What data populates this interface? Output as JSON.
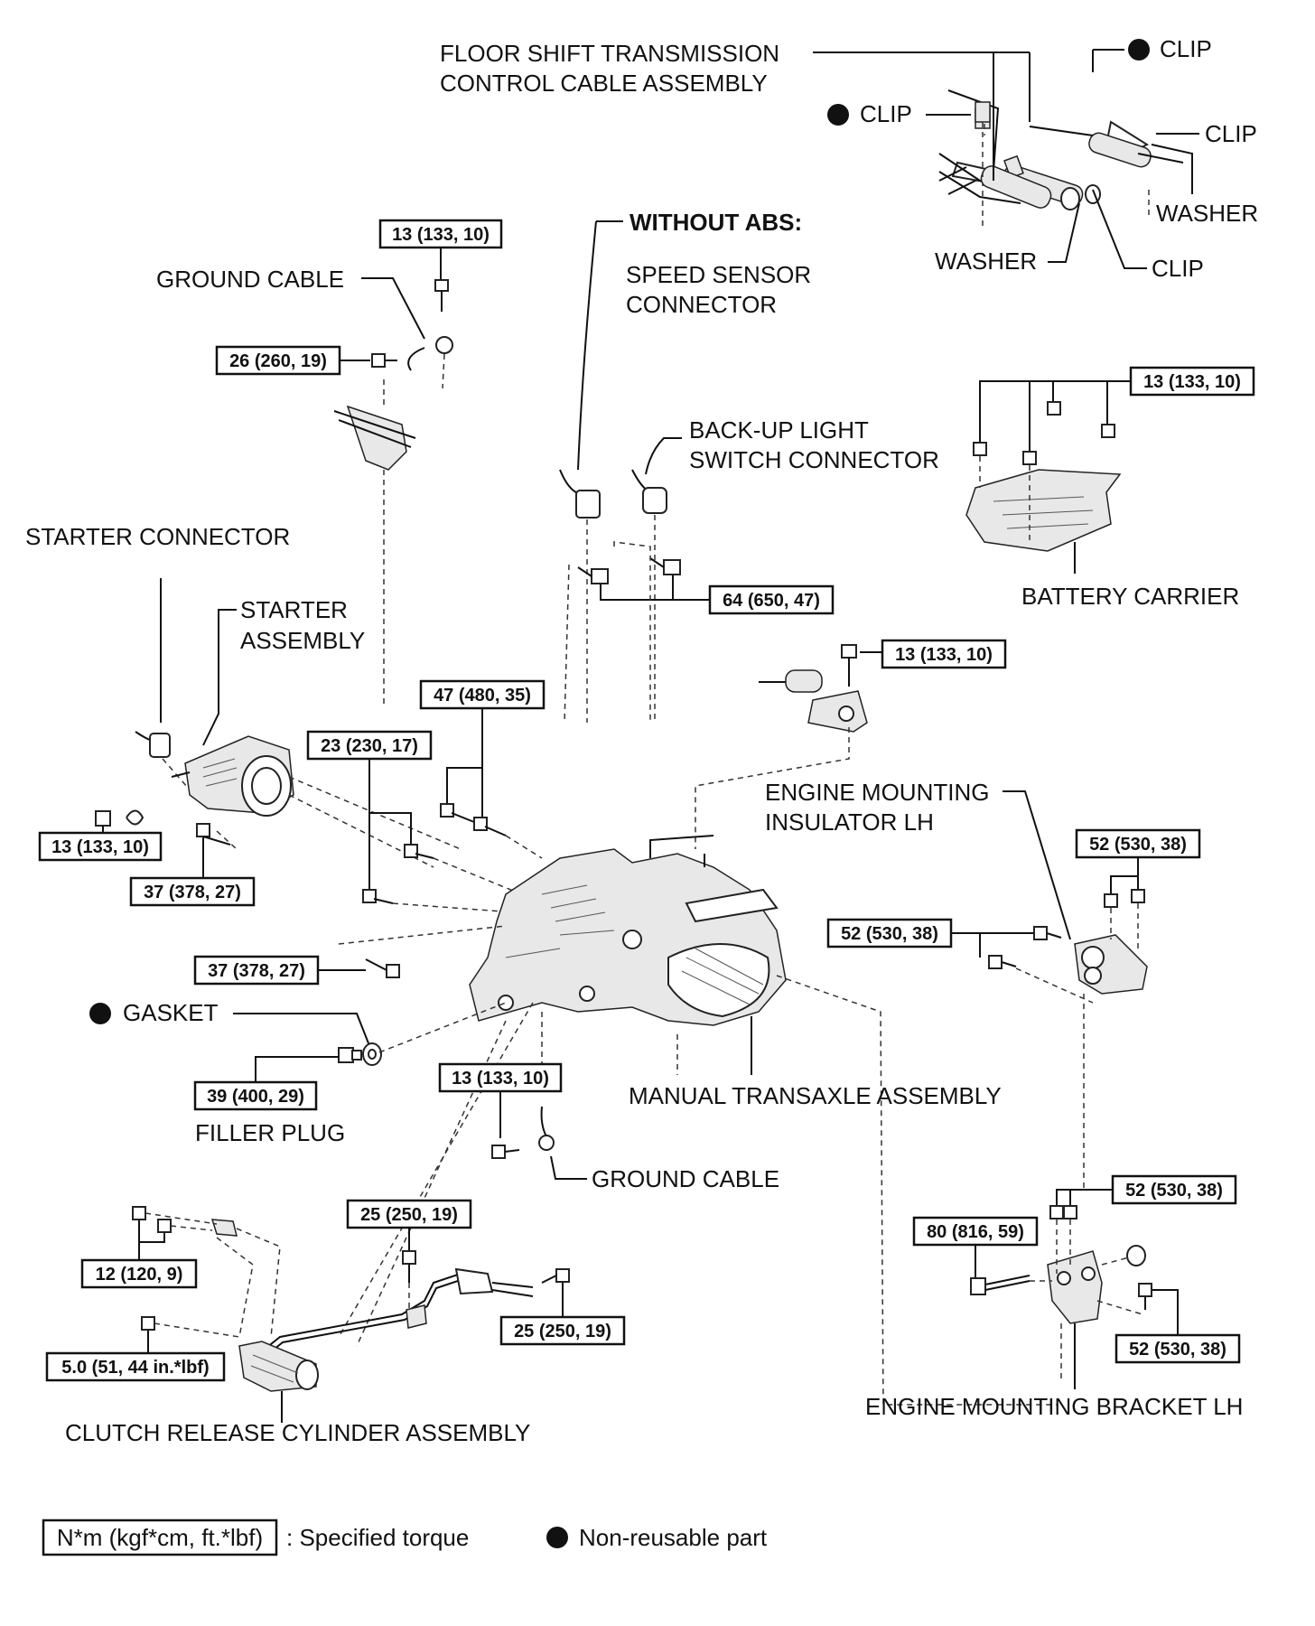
{
  "labels": {
    "floor_shift_1": "FLOOR SHIFT TRANSMISSION",
    "floor_shift_2": "CONTROL CABLE ASSEMBLY",
    "clip_top": "CLIP",
    "clip_left": "CLIP",
    "clip_right": "CLIP",
    "clip_lower": "CLIP",
    "washer_right": "WASHER",
    "washer_left": "WASHER",
    "without_abs": "WITHOUT ABS:",
    "speed_sensor_1": "SPEED SENSOR",
    "speed_sensor_2": "CONNECTOR",
    "ground_cable_top": "GROUND CABLE",
    "backup_1": "BACK-UP LIGHT",
    "backup_2": "SWITCH CONNECTOR",
    "battery_carrier": "BATTERY CARRIER",
    "starter_connector": "STARTER CONNECTOR",
    "starter_assy_1": "STARTER",
    "starter_assy_2": "ASSEMBLY",
    "eng_mount_ins_1": "ENGINE MOUNTING",
    "eng_mount_ins_2": "INSULATOR LH",
    "gasket": "GASKET",
    "filler_plug": "FILLER PLUG",
    "manual_transaxle": "MANUAL TRANSAXLE ASSEMBLY",
    "ground_cable_bottom": "GROUND CABLE",
    "clutch_release": "CLUTCH RELEASE CYLINDER ASSEMBLY",
    "eng_mount_bracket": "ENGINE MOUNTING BRACKET LH"
  },
  "torques": {
    "t_ground_top": "13 (133, 10)",
    "t_ground_side": "26 (260, 19)",
    "t_battery": "13 (133, 10)",
    "t_64": "64 (650, 47)",
    "t_mount_top": "13 (133, 10)",
    "t_47": "47 (480, 35)",
    "t_23": "23 (230, 17)",
    "t_starter_13": "13 (133, 10)",
    "t_starter_37": "37 (378, 27)",
    "t_52_a": "52 (530, 38)",
    "t_52_b": "52 (530, 38)",
    "t_37_b": "37 (378, 27)",
    "t_39": "39 (400, 29)",
    "t_ground_bottom": "13 (133, 10)",
    "t_25_a": "25 (250, 19)",
    "t_25_b": "25 (250, 19)",
    "t_12": "12 (120, 9)",
    "t_5": "5.0 (51, 44 in.*lbf)",
    "t_52_c": "52 (530, 38)",
    "t_80": "80 (816, 59)",
    "t_52_d": "52 (530, 38)"
  },
  "legend": {
    "torque_unit": "N*m (kgf*cm, ft.*lbf)",
    "torque_desc": ": Specified torque",
    "non_reusable": "Non-reusable part"
  }
}
